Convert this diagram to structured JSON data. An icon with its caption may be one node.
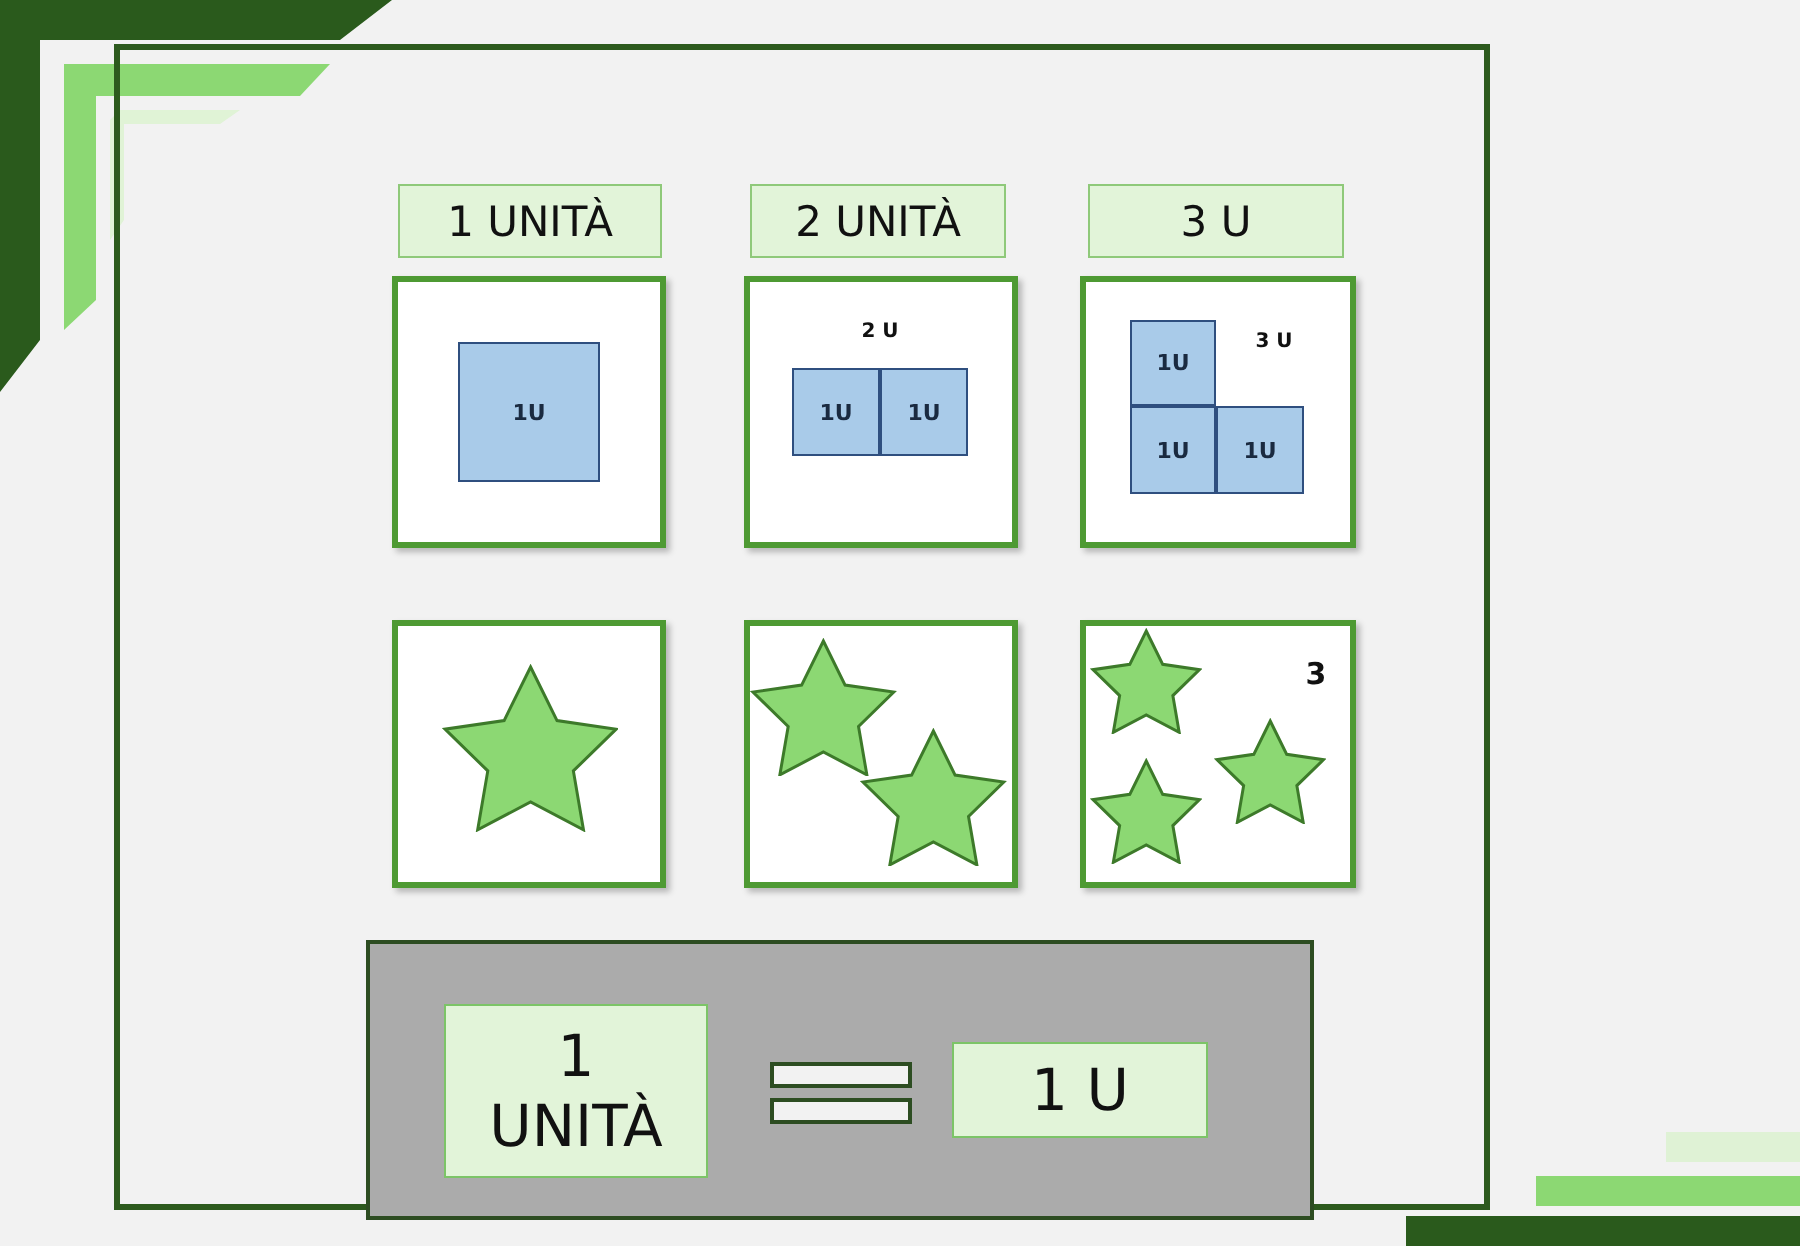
{
  "diagram": {
    "nodes": [
      {
        "text": [
          "1 UNITÀ"
        ]
      },
      {
        "text": [
          "2 UNITÀ"
        ]
      },
      {
        "text": [
          "3 U"
        ]
      },
      {
        "text": [],
        "shape": "box"
      },
      {
        "text": [
          "1U"
        ],
        "in": 3
      },
      {
        "text": [
          "2 U"
        ]
      },
      {
        "text": [
          "1U"
        ],
        "in": 5
      },
      {
        "text": [
          "1U"
        ],
        "in": 5
      },
      {
        "text": [
          "3 U"
        ]
      },
      {
        "text": [
          "1U"
        ],
        "in": 8
      },
      {
        "text": [
          "1U"
        ],
        "in": 8
      },
      {
        "text": [
          "1U"
        ],
        "in": 8
      },
      {
        "text": [],
        "shape": "box"
      },
      {
        "text": [],
        "shape": "box"
      },
      {
        "text": [
          "3"
        ]
      },
      {
        "text": [],
        "shape": "box"
      },
      {
        "text": [
          "1 UNITÀ"
        ],
        "in": 15
      },
      {
        "text": [
          "1 U"
        ],
        "in": 15
      }
    ]
  }
}
